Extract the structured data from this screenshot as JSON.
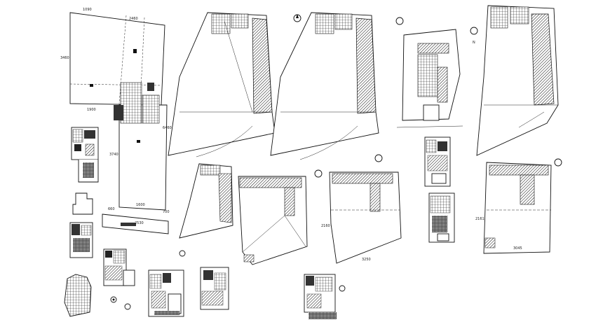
{
  "drawing": {
    "dimension_labels": {
      "d_top_left": "1090",
      "d_top_mid": "2460",
      "d_left_side": "3460",
      "d_mid_left": "1900",
      "d_right_side": "6460",
      "d_lower": "3740",
      "d_bottom_mid": "1600",
      "d_bottom_left": "660",
      "d_bottom_right": "700",
      "d_base": "2530",
      "d_plot_right": "2160",
      "d_plot_far_right": "2161",
      "d_plot_bottom_a": "3250",
      "d_plot_bottom_b": "3045"
    },
    "north_label": "N"
  }
}
